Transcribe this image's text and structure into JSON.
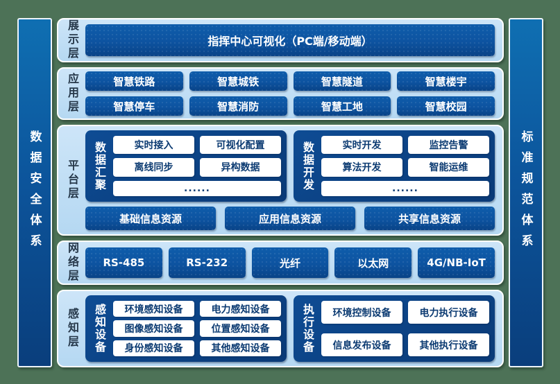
{
  "pillars": {
    "left": "数据安全体系",
    "right": "标准规范体系"
  },
  "layers": {
    "presentation": {
      "label": "展示层",
      "main_button": "指挥中心可视化（PC端/移动端）"
    },
    "application": {
      "label": "应用层",
      "buttons": [
        "智慧铁路",
        "智慧城铁",
        "智慧隧道",
        "智慧楼宇",
        "智慧停车",
        "智慧消防",
        "智慧工地",
        "智慧校园"
      ]
    },
    "platform": {
      "label": "平台层",
      "aggregation": {
        "label": "数据汇聚",
        "buttons": [
          "实时接入",
          "可视化配置",
          "离线同步",
          "异构数据"
        ],
        "more": "......"
      },
      "development": {
        "label": "数据开发",
        "buttons": [
          "实时开发",
          "监控告警",
          "算法开发",
          "智能运维"
        ],
        "more": "......"
      },
      "resources": [
        "基础信息资源",
        "应用信息资源",
        "共享信息资源"
      ]
    },
    "network": {
      "label": "网络层",
      "buttons": [
        "RS-485",
        "RS-232",
        "光纤",
        "以太网",
        "4G/NB-IoT"
      ]
    },
    "perception": {
      "label": "感知层",
      "sensing": {
        "label": "感知设备",
        "buttons": [
          "环境感知设备",
          "电力感知设备",
          "图像感知设备",
          "位置感知设备",
          "身份感知设备",
          "其他感知设备"
        ]
      },
      "execution": {
        "label": "执行设备",
        "buttons": [
          "环境控制设备",
          "电力执行设备",
          "信息发布设备",
          "其他执行设备"
        ]
      }
    }
  },
  "colors": {
    "background_green": "#4d7257",
    "band_light_blue": "#bedcf5",
    "block_dark_blue": "#0d53a0",
    "group_box_navy": "#0b4185",
    "pillar_blue": "#0c559c",
    "band_border_white": "#ffffff",
    "block_text_white": "#ffffff",
    "white_button_text_navy": "#0c3b72",
    "band_label_dark": "#26384a"
  }
}
